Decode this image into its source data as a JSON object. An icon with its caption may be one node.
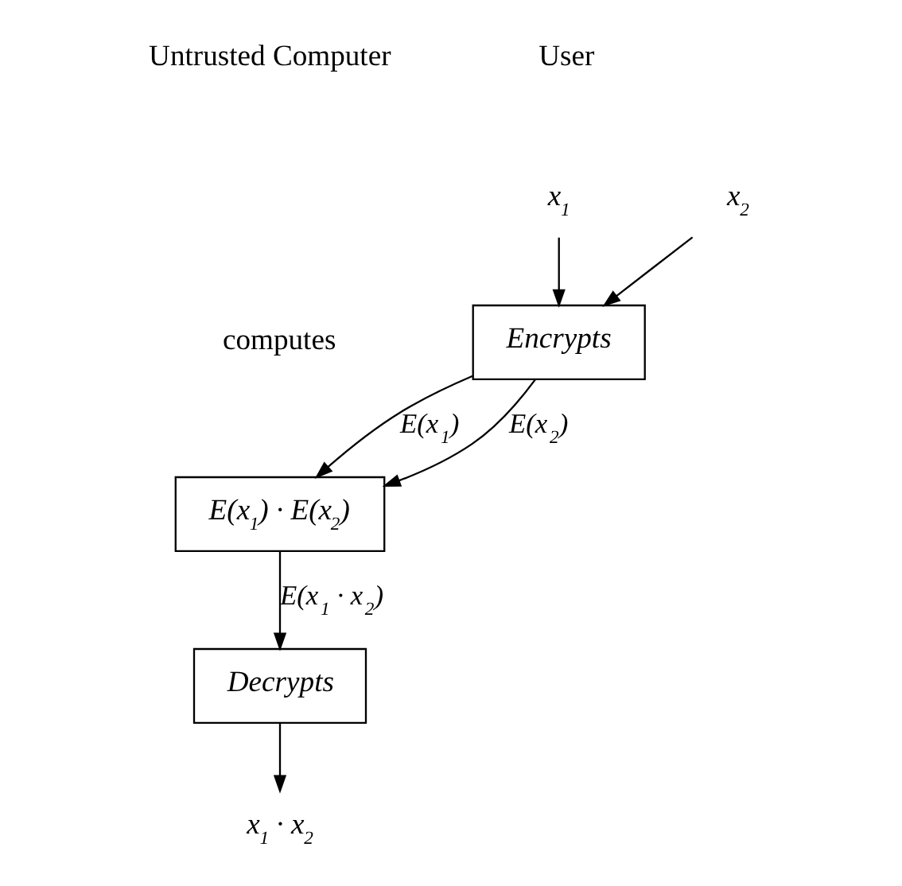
{
  "diagram": {
    "nodes": [
      {
        "text": [
          "x$_{1}$"
        ]
      },
      {
        "text": [
          "x$_{2}$"
        ]
      },
      {
        "text": [
          "Encrypts"
        ]
      },
      {
        "text": [
          "E(x$_{1}$) · E(x$_{2}$)"
        ],
        "beside": [
          "computes"
        ]
      },
      {
        "text": [
          "Decrypts"
        ]
      },
      {
        "text": [
          "x$_{1}$ · x$_{2}$"
        ]
      }
    ],
    "edges": [
      {
        "from": 0,
        "to": 2,
        "arrow": "to"
      },
      {
        "from": 1,
        "to": 2,
        "arrow": "to"
      },
      {
        "from": 2,
        "to": 3,
        "arrow": "to",
        "label": "E(x$_{1}$)"
      },
      {
        "from": 2,
        "to": 3,
        "arrow": "to",
        "label": "E(x$_{2}$)"
      },
      {
        "from": 3,
        "to": 4,
        "arrow": "to",
        "label": "E(x$_{1}$ · x$_{2}$)"
      },
      {
        "from": 4,
        "to": 5,
        "arrow": "to"
      }
    ],
    "labels": [
      "Untrusted Computer",
      "User"
    ]
  }
}
